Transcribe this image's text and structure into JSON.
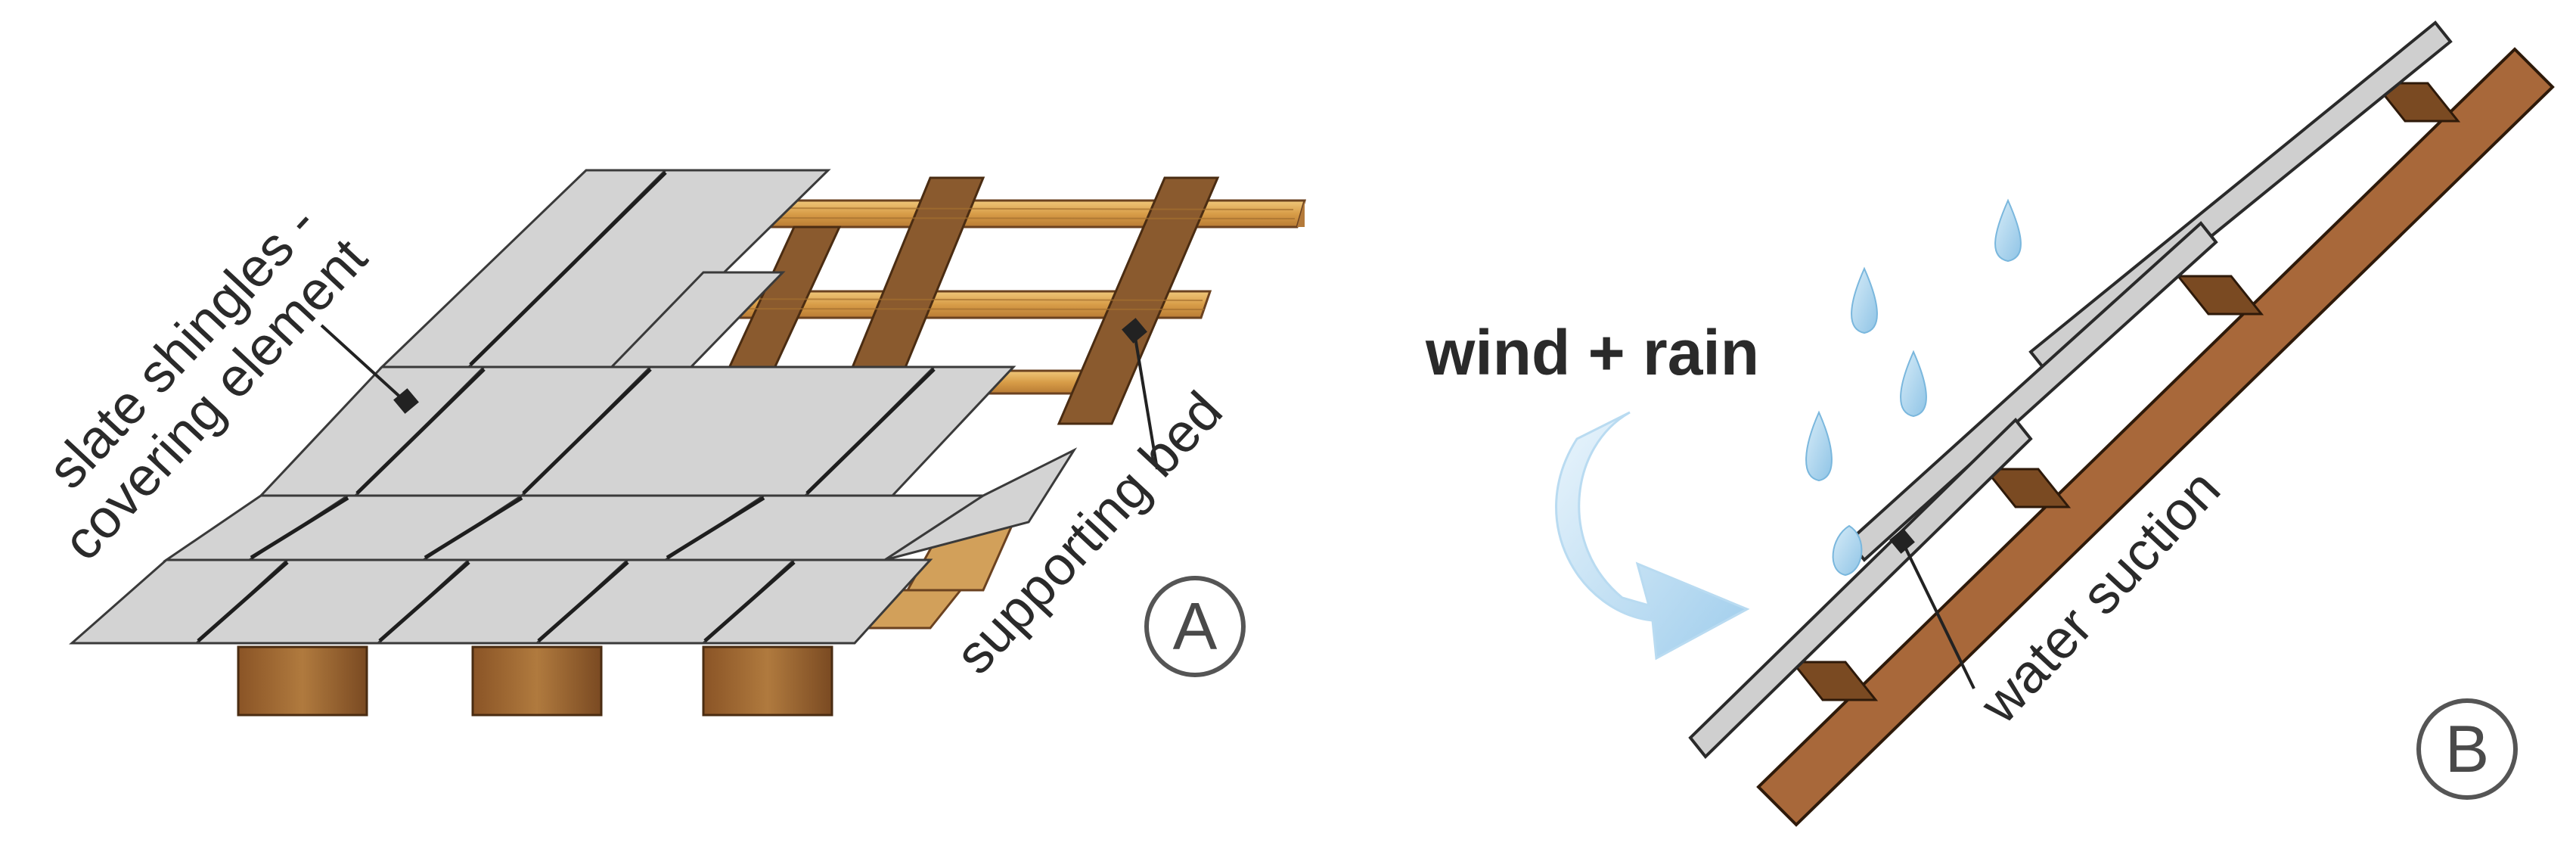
{
  "panel_a": {
    "label_shingles_line1": "slate shingles -",
    "label_shingles_line2": "covering element",
    "label_bed": "supporting bed",
    "panel_letter": "A"
  },
  "panel_b": {
    "label_wind": "wind + rain",
    "label_suction": "water suction",
    "panel_letter": "B"
  },
  "colors": {
    "slate": "#d3d3d3",
    "slate_edge": "#3a3a3a",
    "wood_light": "#e2b25a",
    "wood_dark": "#7a4a22",
    "board_brown": "#a8683a",
    "water": "#a9d4ee",
    "arrow": "#c4e2f4",
    "text": "#2a2a2a"
  }
}
